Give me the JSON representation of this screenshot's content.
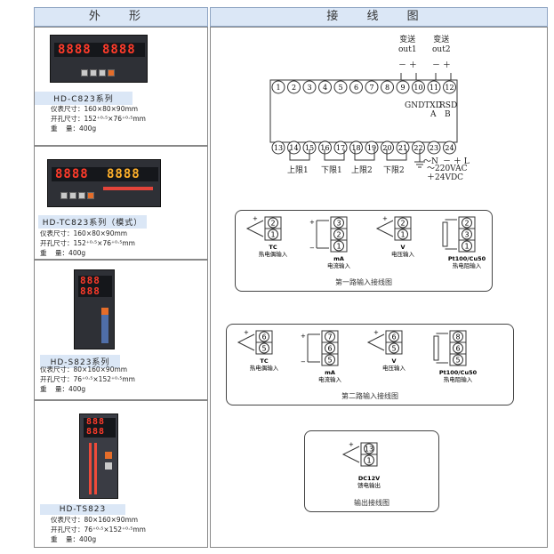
{
  "headers": {
    "left": "外 形",
    "right": "接 线 图"
  },
  "devices": [
    {
      "model": "HD-C823系列",
      "display": [
        "8888",
        "8888"
      ],
      "specs": [
        {
          "label": "仪表尺寸：",
          "value": "160×80×90mm"
        },
        {
          "label": "开孔尺寸：",
          "value": "152⁺⁰·⁵×76⁺⁰·⁵mm"
        },
        {
          "label": "重    量：",
          "value": "400g"
        }
      ]
    },
    {
      "model": "HD-TC823系列（模式）",
      "display": [
        "8888",
        "8888"
      ],
      "specs": [
        {
          "label": "仪表尺寸：",
          "value": "160×80×90mm"
        },
        {
          "label": "开孔尺寸：",
          "value": "152⁺⁰·⁵×76⁺⁰·⁵mm"
        },
        {
          "label": "重    量：",
          "value": "400g"
        }
      ]
    },
    {
      "model": "HD-S823系列",
      "display": [
        "888",
        "888"
      ],
      "specs": [
        {
          "label": "仪表尺寸：",
          "value": "80×160×90mm"
        },
        {
          "label": "开孔尺寸：",
          "value": "76⁺⁰·⁵×152⁺⁰·⁵mm"
        },
        {
          "label": "重    量：",
          "value": "400g"
        }
      ]
    },
    {
      "model": "HD-TS823",
      "display": [
        "888",
        "888"
      ],
      "specs": [
        {
          "label": "仪表尺寸：",
          "value": "80×160×90mm"
        },
        {
          "label": "开孔尺寸：",
          "value": "76⁺⁰·⁵×152⁺⁰·⁵mm"
        },
        {
          "label": "重    量：",
          "value": "400g"
        }
      ]
    }
  ],
  "terminal": {
    "top_numbers": [
      "1",
      "2",
      "3",
      "4",
      "5",
      "6",
      "7",
      "8",
      "9",
      "10",
      "11",
      "12"
    ],
    "bottom_numbers": [
      "13",
      "14",
      "15",
      "16",
      "17",
      "18",
      "19",
      "20",
      "21",
      "22",
      "23",
      "24"
    ],
    "transmit1": "变送\nout1",
    "transmit2": "变送\nout2",
    "pm1": "－ ＋",
    "pm2": "－ ＋",
    "gnd": "GNDTXD",
    "gnd_sub": "A",
    "rsd": "RSD",
    "rsd_sub": "B",
    "limits": [
      "上限1",
      "下限1",
      "上限2",
      "下限2"
    ],
    "n_label": "～N",
    "l_label": "－ ＋ L",
    "power": "～220VAC\n＋24VDC"
  },
  "input1": {
    "caption": "第一路输入接线图",
    "items": [
      {
        "pins": [
          "2",
          "1"
        ],
        "name": "TC",
        "desc": "热电偶输入"
      },
      {
        "pins": [
          "3",
          "2",
          "1"
        ],
        "name": "mA",
        "desc": "电流输入"
      },
      {
        "pins": [
          "2",
          "1"
        ],
        "name": "V",
        "desc": "电压输入"
      },
      {
        "pins": [
          "2",
          "3",
          "1"
        ],
        "name": "Pt100/Cu50",
        "desc": "热电阻输入"
      }
    ]
  },
  "input2": {
    "caption": "第二路输入接线图",
    "items": [
      {
        "pins": [
          "6",
          "5"
        ],
        "name": "TC",
        "desc": "热电偶输入"
      },
      {
        "pins": [
          "7",
          "6",
          "5"
        ],
        "name": "mA",
        "desc": "电流输入"
      },
      {
        "pins": [
          "6",
          "5"
        ],
        "name": "V",
        "desc": "电压输入"
      },
      {
        "pins": [
          "8",
          "6",
          "5"
        ],
        "name": "Pt100/Cu50",
        "desc": "热电阻输入"
      }
    ]
  },
  "output": {
    "caption": "输出接线图",
    "pins": [
      "13",
      "1"
    ],
    "name": "DC12V",
    "desc": "馈电输出"
  }
}
